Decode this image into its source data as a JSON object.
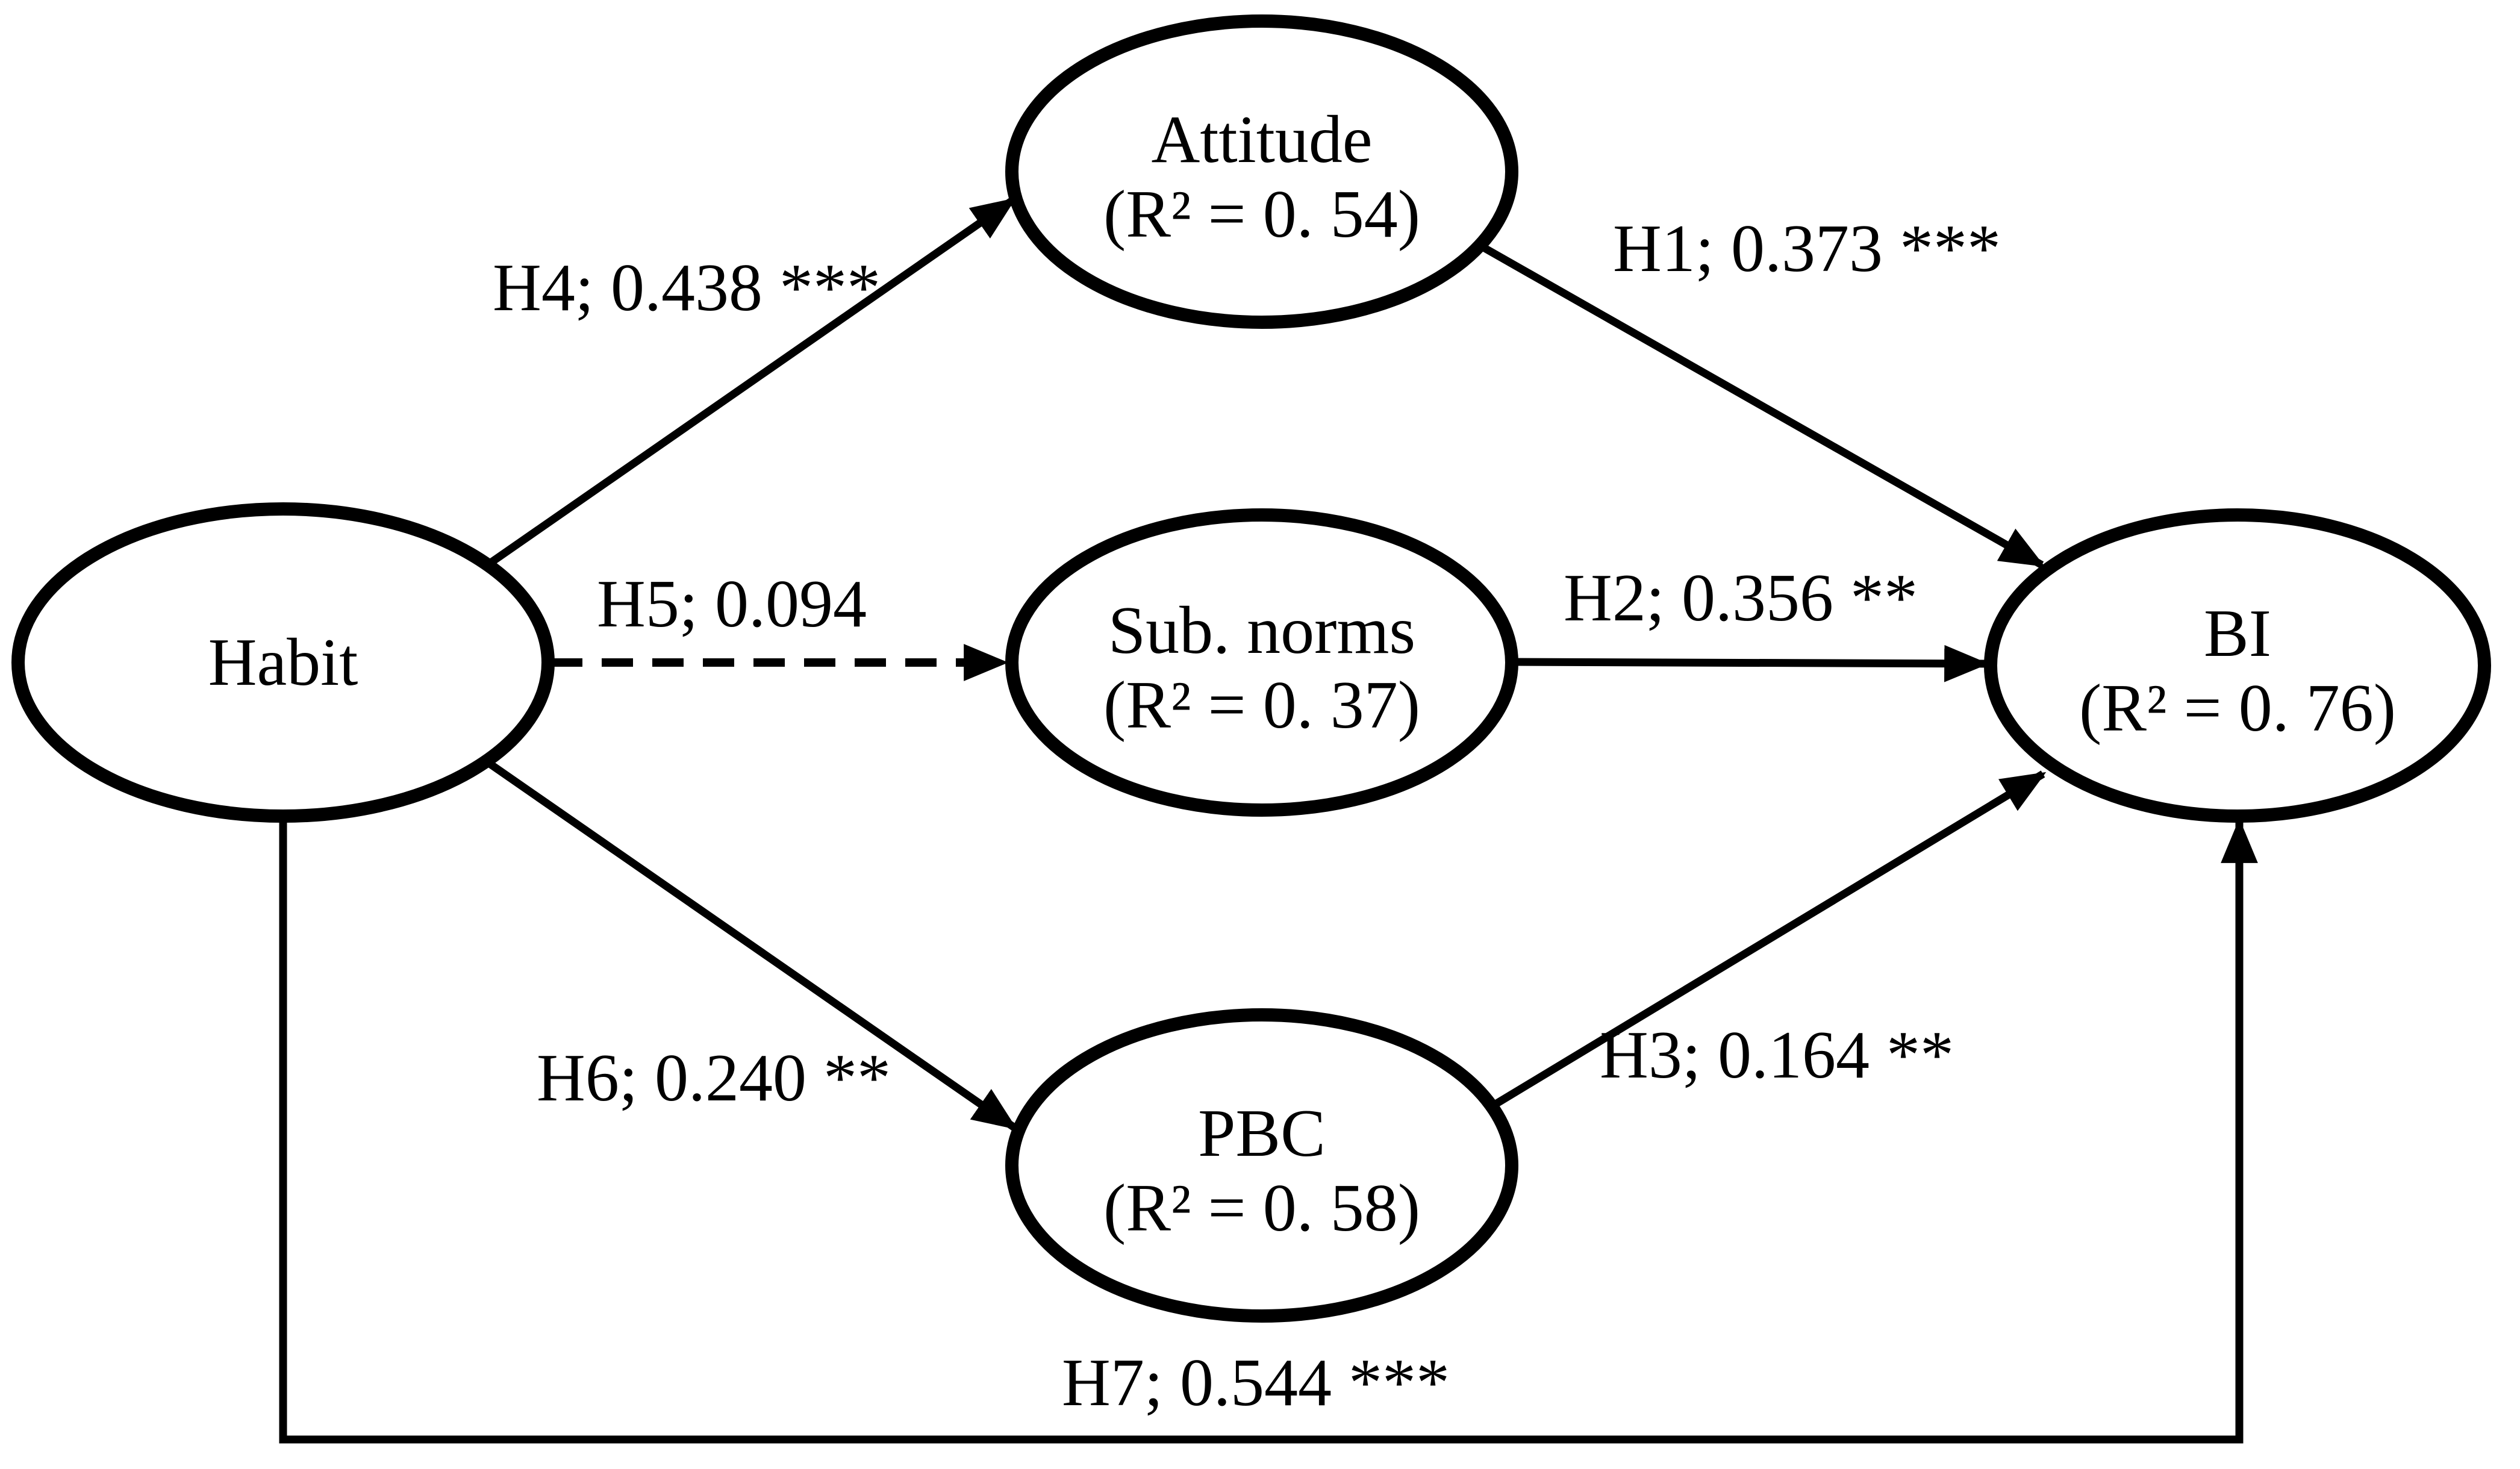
{
  "diagram": {
    "type": "sem-path-model",
    "background_color": "#ffffff",
    "stroke_color": "#000000",
    "nodes": [
      {
        "id": "habit",
        "label": "Habit",
        "r2": ""
      },
      {
        "id": "attitude",
        "label": "Attitude",
        "r2": "(R² = 0. 54)"
      },
      {
        "id": "subnorms",
        "label": "Sub. norms",
        "r2": "(R² = 0. 37)"
      },
      {
        "id": "pbc",
        "label": "PBC",
        "r2": "(R² = 0. 58)"
      },
      {
        "id": "bi",
        "label": "BI",
        "r2": "(R² = 0. 76)"
      }
    ],
    "edges": [
      {
        "id": "H1",
        "from": "attitude",
        "to": "bi",
        "label": "H1; 0.373 ***",
        "style": "solid"
      },
      {
        "id": "H2",
        "from": "subnorms",
        "to": "bi",
        "label": "H2; 0.356 **",
        "style": "solid"
      },
      {
        "id": "H3",
        "from": "pbc",
        "to": "bi",
        "label": "H3; 0.164 **",
        "style": "solid"
      },
      {
        "id": "H4",
        "from": "habit",
        "to": "attitude",
        "label": "H4; 0.438 ***",
        "style": "solid"
      },
      {
        "id": "H5",
        "from": "habit",
        "to": "subnorms",
        "label": "H5; 0.094",
        "style": "dashed"
      },
      {
        "id": "H6",
        "from": "habit",
        "to": "pbc",
        "label": "H6; 0.240 **",
        "style": "solid"
      },
      {
        "id": "H7",
        "from": "habit",
        "to": "bi",
        "label": "H7; 0.544 ***",
        "style": "solid",
        "route": "bottom"
      }
    ]
  }
}
